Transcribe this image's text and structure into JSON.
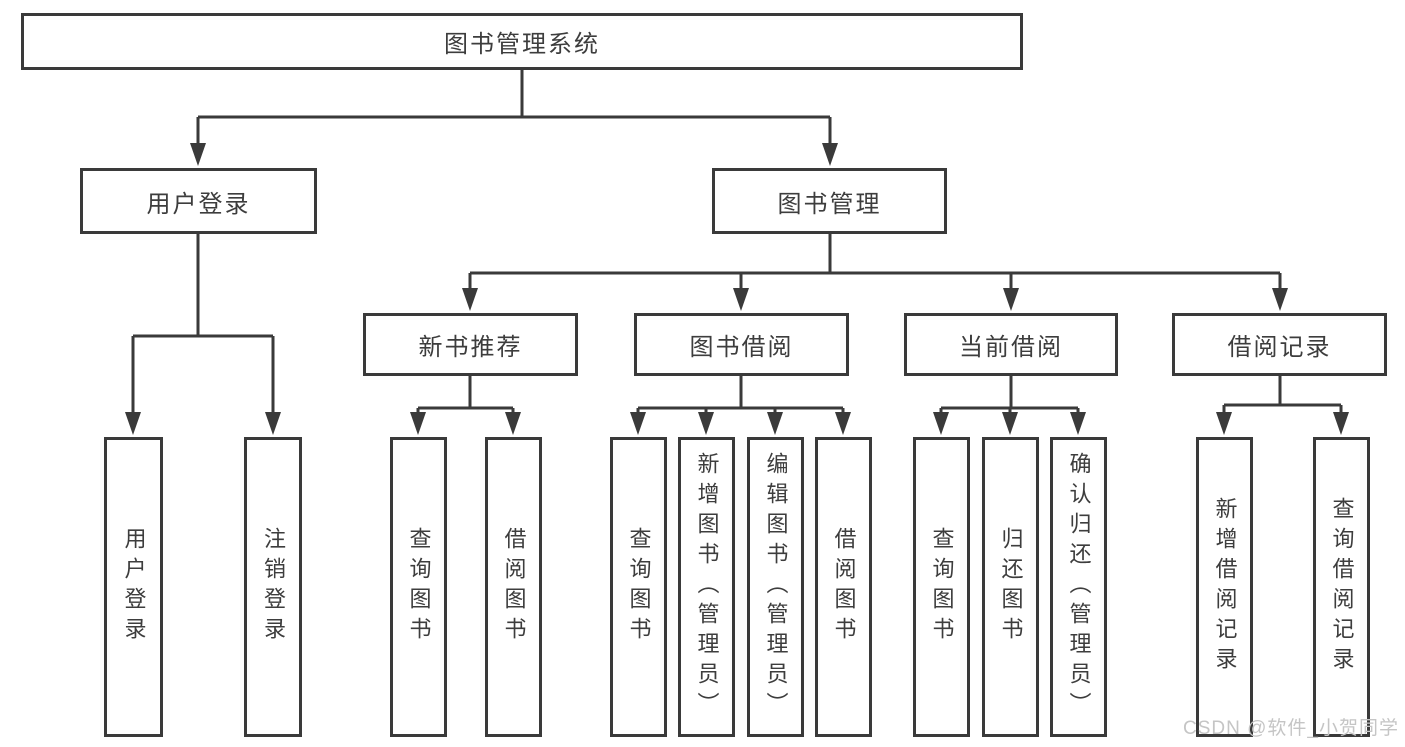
{
  "colors": {
    "line": "#3a3a3a",
    "text": "#3d3d3d",
    "background": "#ffffff",
    "watermark": "#c5c5c5"
  },
  "watermark": {
    "text": "CSDN @软件_小贺同学"
  },
  "tree": {
    "root": {
      "label": "图书管理系统"
    },
    "branches": [
      {
        "label": "用户登录",
        "leaves": [
          "用户登录",
          "注销登录"
        ]
      },
      {
        "label": "图书管理",
        "sections": [
          {
            "label": "新书推荐",
            "leaves": [
              "查询图书",
              "借阅图书"
            ]
          },
          {
            "label": "图书借阅",
            "leaves": [
              "查询图书",
              "新增图书（管理员）",
              "编辑图书（管理员）",
              "借阅图书"
            ]
          },
          {
            "label": "当前借阅",
            "leaves": [
              "查询图书",
              "归还图书",
              "确认归还（管理员）"
            ]
          },
          {
            "label": "借阅记录",
            "leaves": [
              "新增借阅记录",
              "查询借阅记录"
            ]
          }
        ]
      }
    ]
  }
}
